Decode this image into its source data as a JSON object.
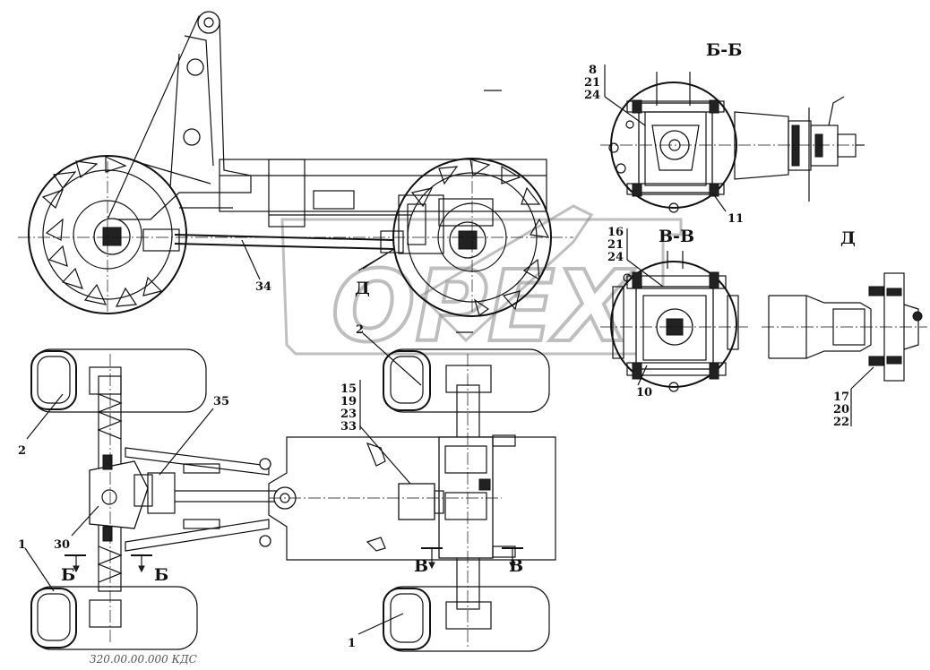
{
  "drawing": {
    "code": "320.00.00.000 КДС",
    "watermark": "OPEX"
  },
  "sections": {
    "bb": "Б-Б",
    "vv": "В-В",
    "d": "Д"
  },
  "cut_marks": {
    "b_left": "Б",
    "b_right": "Б",
    "v_left": "В",
    "v_right": "В",
    "d_mark": "Д"
  },
  "callouts": {
    "c34": "34",
    "c2a": "2",
    "c2b": "2",
    "c35": "35",
    "c30": "30",
    "c1a": "1",
    "c1b": "1",
    "c11": "11",
    "c10": "10",
    "stack_bb": [
      "8",
      "21",
      "24"
    ],
    "stack_vv": [
      "16",
      "21",
      "24"
    ],
    "stack_plan": [
      "15",
      "19",
      "23",
      "33"
    ],
    "stack_d": [
      "17",
      "20",
      "22"
    ]
  }
}
